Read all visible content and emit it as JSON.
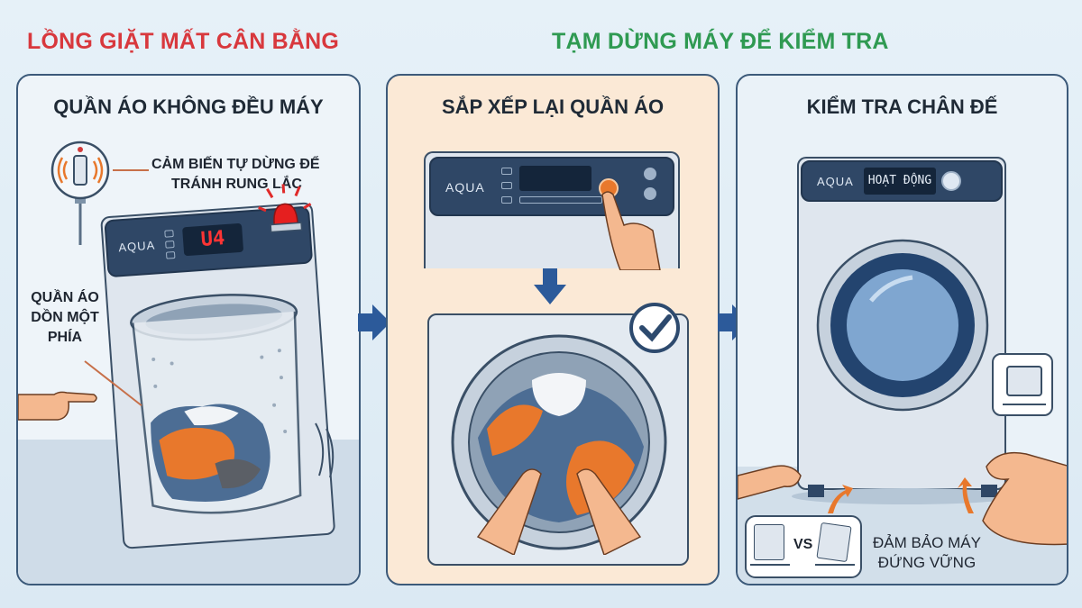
{
  "headlines": {
    "problem": "LỒNG GIẶT MẤT CÂN BẰNG",
    "solution": "TẠM DỪNG MÁY ĐỂ KIỂM TRA"
  },
  "colors": {
    "problem_red": "#d8383d",
    "solution_green": "#2f9a52",
    "panel_border": "#3c5a7a",
    "arrow_blue": "#2c5a9a",
    "accent_orange": "#e8782c"
  },
  "panels": [
    {
      "title": "QUẦN ÁO KHÔNG ĐỀU MÁY",
      "sensor_callout_line1": "CẢM BIẾN TỰ DỪNG ĐỂ",
      "sensor_callout_line2": "TRÁNH RUNG LẮC",
      "laundry_callout_line1": "QUẦN ÁO",
      "laundry_callout_line2": "DỒN MỘT",
      "laundry_callout_line3": "PHÍA",
      "brand": "AQUA",
      "error_code": "U4",
      "icons": [
        "vibration-sensor-icon",
        "alarm-light-icon",
        "pointing-hand-icon"
      ]
    },
    {
      "title": "SẮP XẾP LẠI QUẦN ÁO",
      "brand": "AQUA",
      "icons": [
        "start-pause-button-icon",
        "down-arrow-icon",
        "checkmark-icon",
        "hands-icon"
      ]
    },
    {
      "title": "KIỂM TRA CHÂN ĐẾ",
      "brand": "AQUA",
      "display_text": "HOẠT ĐỘNG",
      "compare_label": "VS",
      "footer_line1": "ĐẢM BẢO MÁY",
      "footer_line2": "ĐỨNG VỮNG",
      "icons": [
        "play-icon",
        "leveling-foot-icon",
        "rotate-arrow-icon"
      ]
    }
  ]
}
